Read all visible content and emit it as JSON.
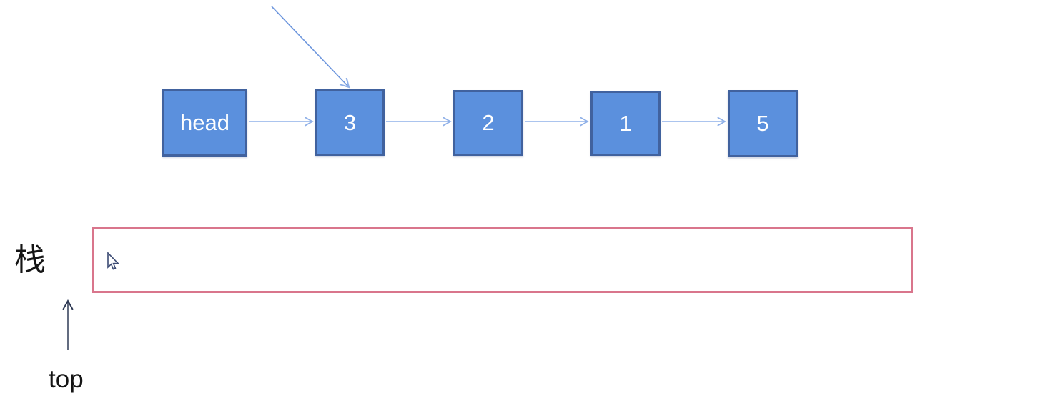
{
  "diagram": {
    "linked_list": {
      "nodes": [
        {
          "label": "head"
        },
        {
          "label": "3"
        },
        {
          "label": "2"
        },
        {
          "label": "1"
        },
        {
          "label": "5"
        }
      ]
    },
    "stack": {
      "label": "栈",
      "pointer_label": "top"
    },
    "icons": {
      "mouse_cursor": "arrow-pointer"
    },
    "colors": {
      "node_fill": "#5b90dd",
      "node_border": "#41629e",
      "connector_arrow": "#8fb0e8",
      "diagonal_arrow": "#6d96dd",
      "stack_border": "#d9758c",
      "pointer_arrow": "#2f3a55",
      "text_dark": "#151515",
      "text_light": "#ffffff"
    }
  }
}
